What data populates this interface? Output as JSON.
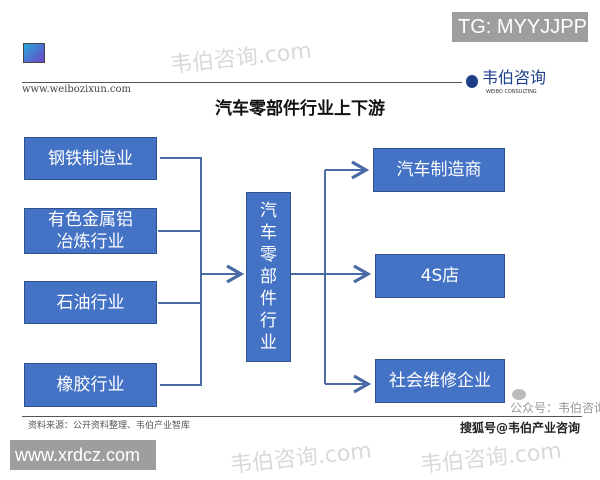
{
  "watermark_tag_top": "TG: MYYJJPP",
  "watermark_tag_bottom": "www.xrdcz.com",
  "header": {
    "website": "www.weibozixun.com",
    "logo_cn": "韦伯咨询",
    "logo_en": "WEIBO CONSULTING"
  },
  "title": "汽车零部件行业上下游",
  "upstream": [
    "钢铁制造业",
    "有色金属铝\n冶炼行业",
    "石油行业",
    "橡胶行业"
  ],
  "center": "汽\n车\n零\n部\n件\n行\n业",
  "downstream": [
    "汽车制造商",
    "4S店",
    "社会维修企业"
  ],
  "footer": {
    "source": "资料来源：公开资料整理、韦伯产业智库",
    "wechat": "公众号：韦伯咨询",
    "sohu": "搜狐号@韦伯产业咨询"
  },
  "watermark_text": "韦伯咨询.com",
  "colors": {
    "box": "#4472c4",
    "box_border": "#2f528f",
    "line": "#4a6aa5"
  }
}
